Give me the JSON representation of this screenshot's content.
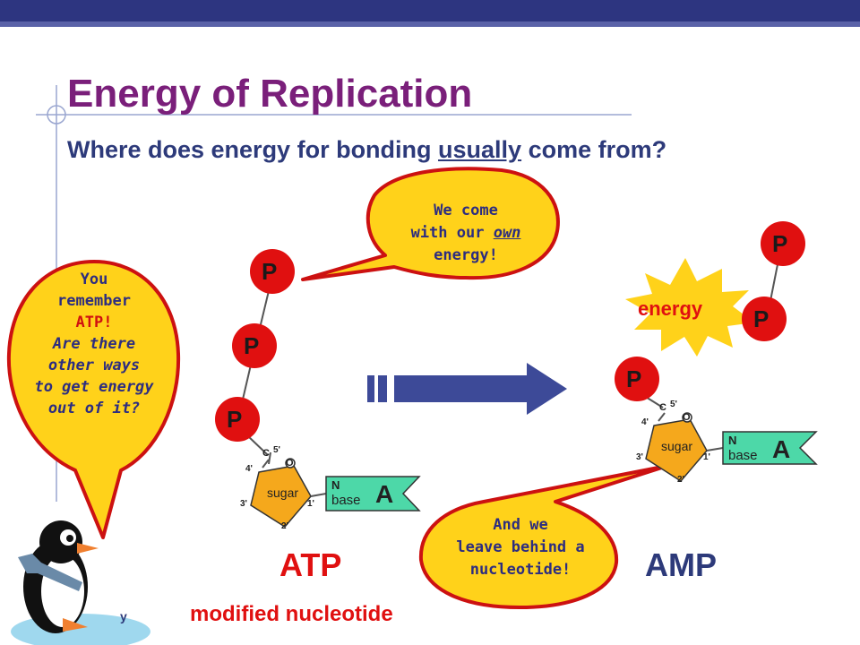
{
  "slide": {
    "title": "Energy of Replication",
    "subtitle": {
      "before": "Where does energy for bonding ",
      "emphasis": "usually",
      "after": " come from?"
    }
  },
  "bubbles": {
    "left": {
      "line1": "You",
      "line2": "remember",
      "line3": "ATP!",
      "line4": "Are there",
      "line5": "other ways",
      "line6": "to get energy",
      "line7": "out of it?"
    },
    "top": {
      "line1": "We come",
      "line2_before": "with our ",
      "line2_emphasis": "own",
      "line3": "energy!"
    },
    "bottom": {
      "line1": "And we",
      "line2": "leave behind a",
      "line3": "nucleotide!"
    }
  },
  "molecule_atp": {
    "phosphates": [
      "P",
      "P",
      "P"
    ],
    "sugar_label": "sugar",
    "base_n": "N",
    "base_label": "base",
    "base_letter": "A",
    "ring_labels": [
      "5'",
      "4'",
      "3'",
      "2'",
      "1'",
      "O",
      "C"
    ],
    "name": "ATP"
  },
  "molecule_amp": {
    "phosphate": "P",
    "sugar_label": "sugar",
    "base_n": "N",
    "base_label": "base",
    "base_letter": "A",
    "ring_labels": [
      "5'",
      "4'",
      "3'",
      "2'",
      "1'",
      "O",
      "C"
    ],
    "name": "AMP"
  },
  "released": {
    "phosphates": [
      "P",
      "P"
    ],
    "energy_label": "energy"
  },
  "caption": "modified nucleotide",
  "footer_fragment": "y",
  "colors": {
    "header_bar": "#2d3580",
    "title": "#7a1f7a",
    "subtitle": "#2d3a7a",
    "phosphate_fill": "#e01010",
    "bubble_fill": "#ffd21a",
    "bubble_stroke": "#cc1111",
    "sugar_fill": "#f5a81c",
    "base_fill": "#4dd8a8",
    "arrow": "#3d4a98",
    "label_red": "#e01010",
    "label_blue": "#2d3a7a"
  }
}
